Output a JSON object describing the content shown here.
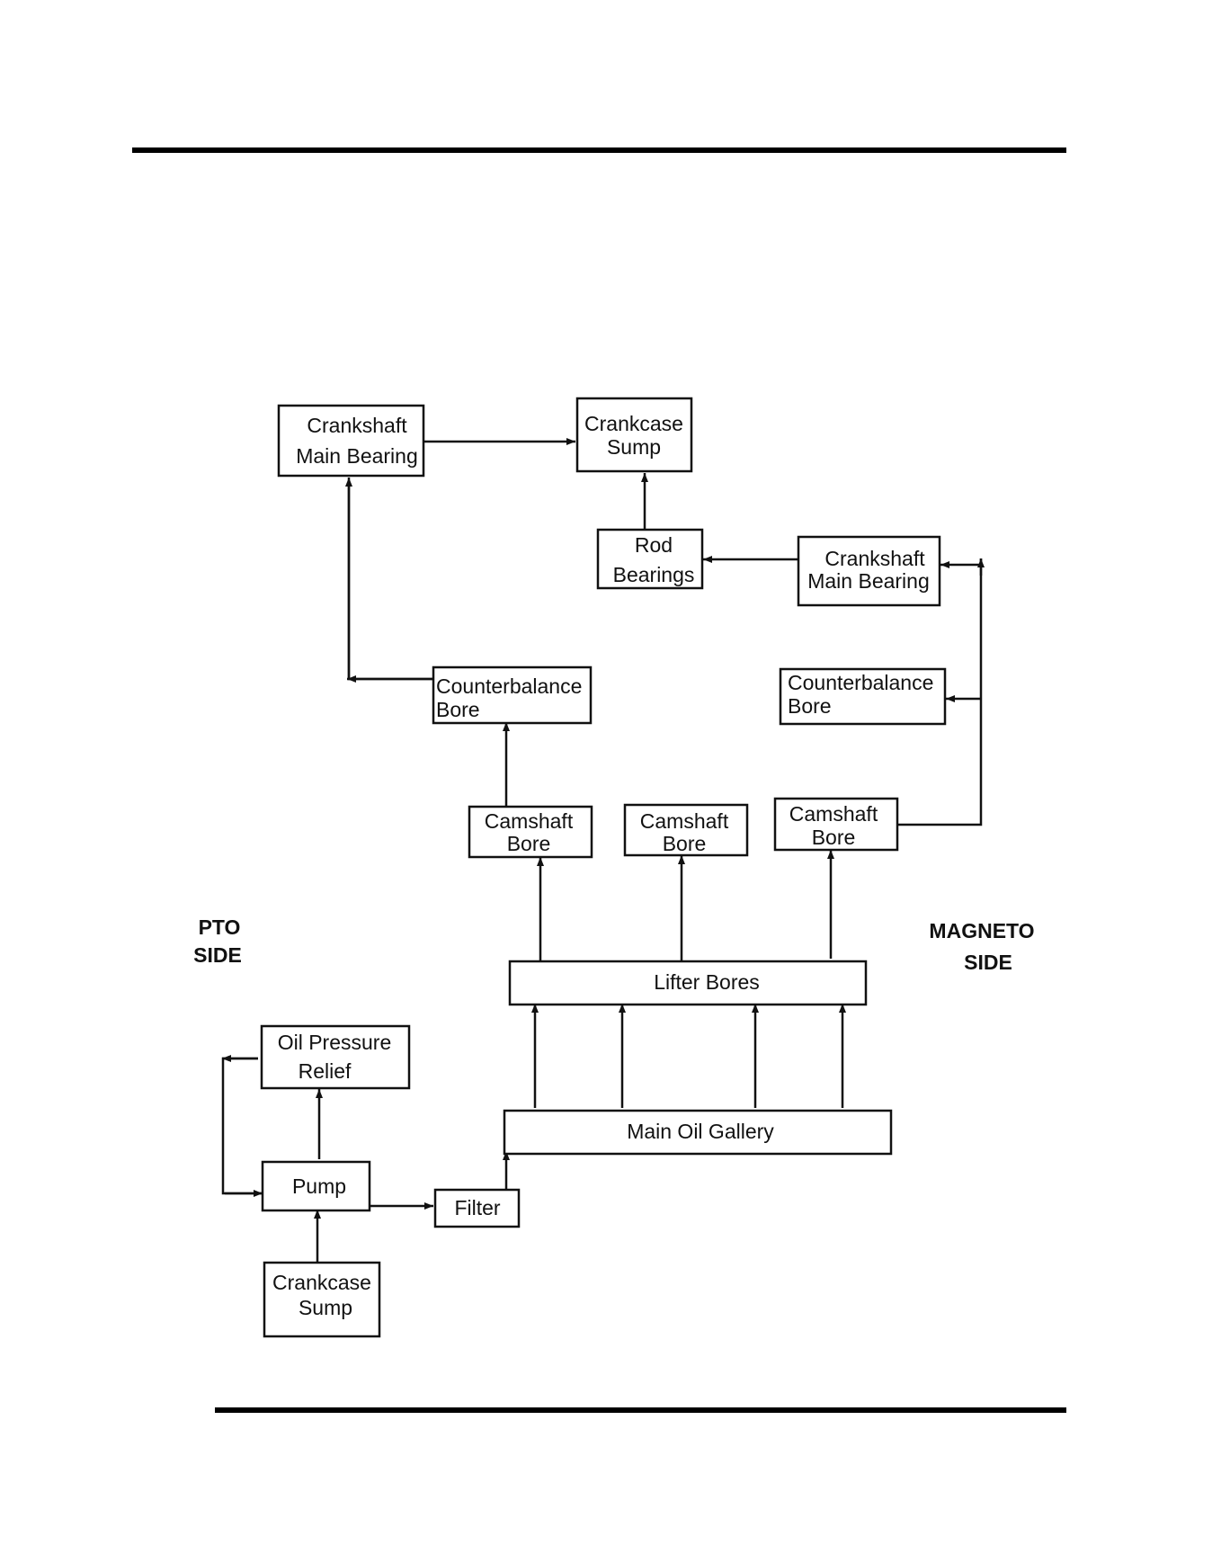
{
  "labels": {
    "pto_side": [
      "PTO",
      "SIDE"
    ],
    "magneto_side": [
      "MAGNETO",
      "SIDE"
    ]
  },
  "nodes": {
    "crankshaft_main_bearing_left": [
      "Crankshaft",
      "Main Bearing"
    ],
    "crankcase_sump_top": [
      "Crankcase",
      "Sump"
    ],
    "rod_bearings": [
      "Rod",
      "Bearings"
    ],
    "crankshaft_main_bearing_right": [
      "Crankshaft",
      "Main Bearing"
    ],
    "counterbalance_bore_left": [
      "Counterbalance",
      "Bore"
    ],
    "counterbalance_bore_right": [
      "Counterbalance",
      "Bore"
    ],
    "camshaft_bore_1": [
      "Camshaft",
      "Bore"
    ],
    "camshaft_bore_2": [
      "Camshaft",
      "Bore"
    ],
    "camshaft_bore_3": [
      "Camshaft",
      "Bore"
    ],
    "lifter_bores": [
      "Lifter Bores"
    ],
    "oil_pressure_relief": [
      "Oil Pressure",
      "Relief"
    ],
    "main_oil_gallery": [
      "Main Oil Gallery"
    ],
    "pump": [
      "Pump"
    ],
    "filter": [
      "Filter"
    ],
    "crankcase_sump_bottom": [
      "Crankcase",
      "Sump"
    ]
  },
  "edges": [
    {
      "from": "crankcase_sump_bottom",
      "to": "pump"
    },
    {
      "from": "pump",
      "to": "filter"
    },
    {
      "from": "pump",
      "to": "oil_pressure_relief"
    },
    {
      "from": "filter",
      "to": "main_oil_gallery"
    },
    {
      "from": "main_oil_gallery",
      "to": "lifter_bores"
    },
    {
      "from": "lifter_bores",
      "to": "camshaft_bore_1"
    },
    {
      "from": "lifter_bores",
      "to": "camshaft_bore_2"
    },
    {
      "from": "lifter_bores",
      "to": "camshaft_bore_3"
    },
    {
      "from": "camshaft_bore_1",
      "to": "counterbalance_bore_left"
    },
    {
      "from": "counterbalance_bore_left",
      "to": "crankshaft_main_bearing_left"
    },
    {
      "from": "crankshaft_main_bearing_left",
      "to": "crankcase_sump_top"
    },
    {
      "from": "camshaft_bore_3",
      "to": "counterbalance_bore_right"
    },
    {
      "from": "camshaft_bore_3",
      "to": "crankshaft_main_bearing_right"
    },
    {
      "from": "crankshaft_main_bearing_right",
      "to": "rod_bearings"
    },
    {
      "from": "rod_bearings",
      "to": "crankcase_sump_top"
    }
  ]
}
